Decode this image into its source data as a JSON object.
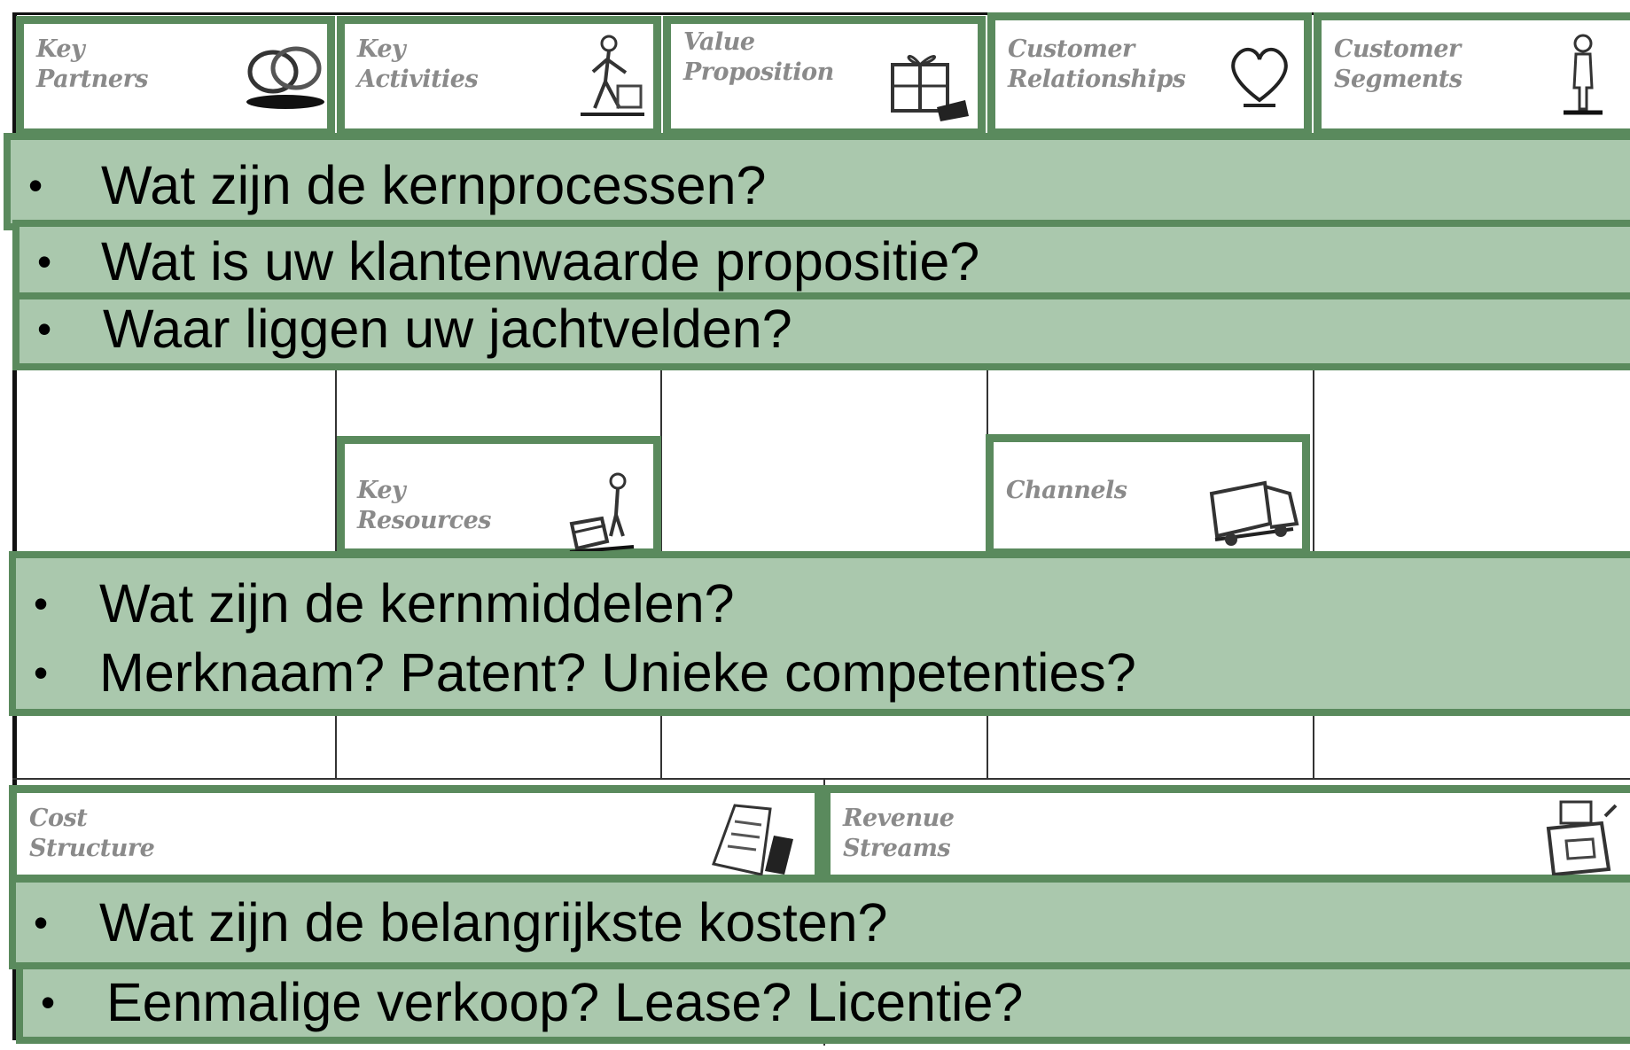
{
  "canvas": {
    "blocks": {
      "key_partners": "Key\nPartners",
      "key_activities": "Key\nActivities",
      "value_proposition": "Value\nProposition",
      "customer_relationships": "Customer\nRelationships",
      "customer_segments": "Customer\nSegments",
      "key_resources": "Key\nResources",
      "channels": "Channels",
      "cost_structure": "Cost\nStructure",
      "revenue_streams": "Revenue\nStreams"
    },
    "icons": {
      "key_partners": "linked-rings-icon",
      "key_activities": "worker-icon",
      "value_proposition": "gift-icon",
      "customer_relationships": "heart-icon",
      "customer_segments": "person-icon",
      "key_resources": "person-with-cart-icon",
      "channels": "truck-icon",
      "cost_structure": "receipt-icon",
      "revenue_streams": "cash-register-icon"
    }
  },
  "questions": {
    "top": {
      "q1": "Wat zijn de kernprocessen?",
      "q2": "Wat is uw klantenwaarde propositie?",
      "q3": "Waar liggen uw jachtvelden?"
    },
    "middle": {
      "q1": "Wat zijn de kernmiddelen?",
      "q2": "Merknaam? Patent? Unieke competenties?"
    },
    "bottom": {
      "q1": "Wat zijn de belangrijkste kosten?",
      "q2": "Eenmalige verkoop? Lease? Licentie?"
    },
    "bullet": "•"
  },
  "colors": {
    "band_fill": "#aac8ad",
    "band_border": "#5a8a5d",
    "label_gray": "#8a8a8a"
  }
}
